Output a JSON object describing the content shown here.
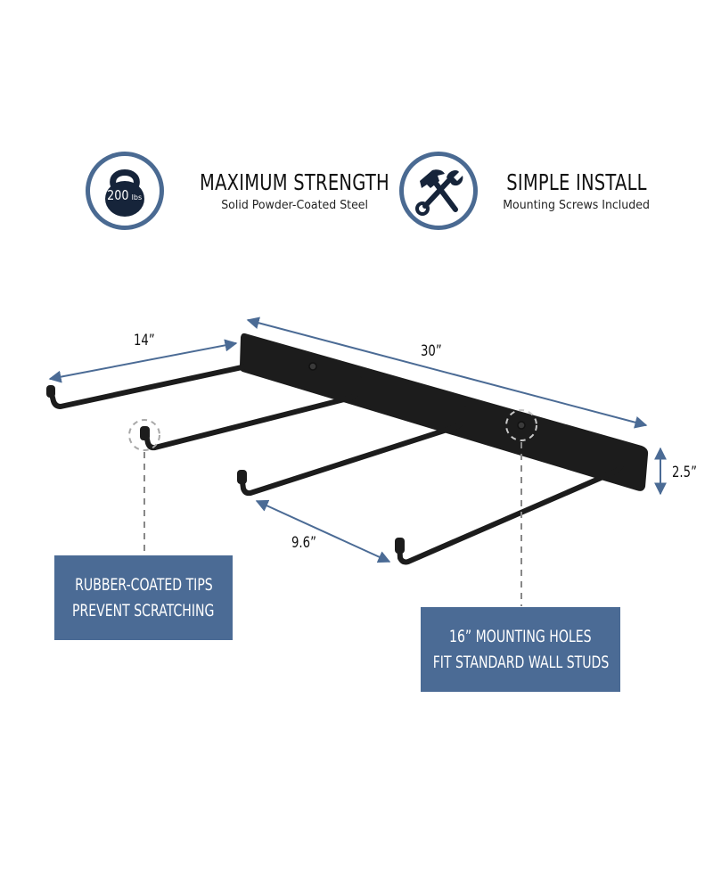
{
  "features": [
    {
      "icon": "kettlebell-icon",
      "icon_text": "200",
      "icon_unit": "lbs",
      "title": "MAXIMUM STRENGTH",
      "subtitle": "Solid Powder-Coated Steel"
    },
    {
      "icon": "hammer-wrench-icon",
      "title": "SIMPLE INSTALL",
      "subtitle": "Mounting Screws Included"
    }
  ],
  "dimensions": {
    "arm_length": "14”",
    "rail_length": "30”",
    "rail_height": "2.5”",
    "arm_spacing": "9.6”"
  },
  "callouts": [
    {
      "line1": "RUBBER-COATED TIPS",
      "line2": "PREVENT SCRATCHING"
    },
    {
      "line1": "16” MOUNTING HOLES",
      "line2": "FIT STANDARD WALL STUDS"
    }
  ],
  "colors": {
    "accent_blue": "#4b6b95",
    "badge_ring": "#4a6a92",
    "icon_dark": "#16243a",
    "steel_black": "#1c1c1c"
  }
}
